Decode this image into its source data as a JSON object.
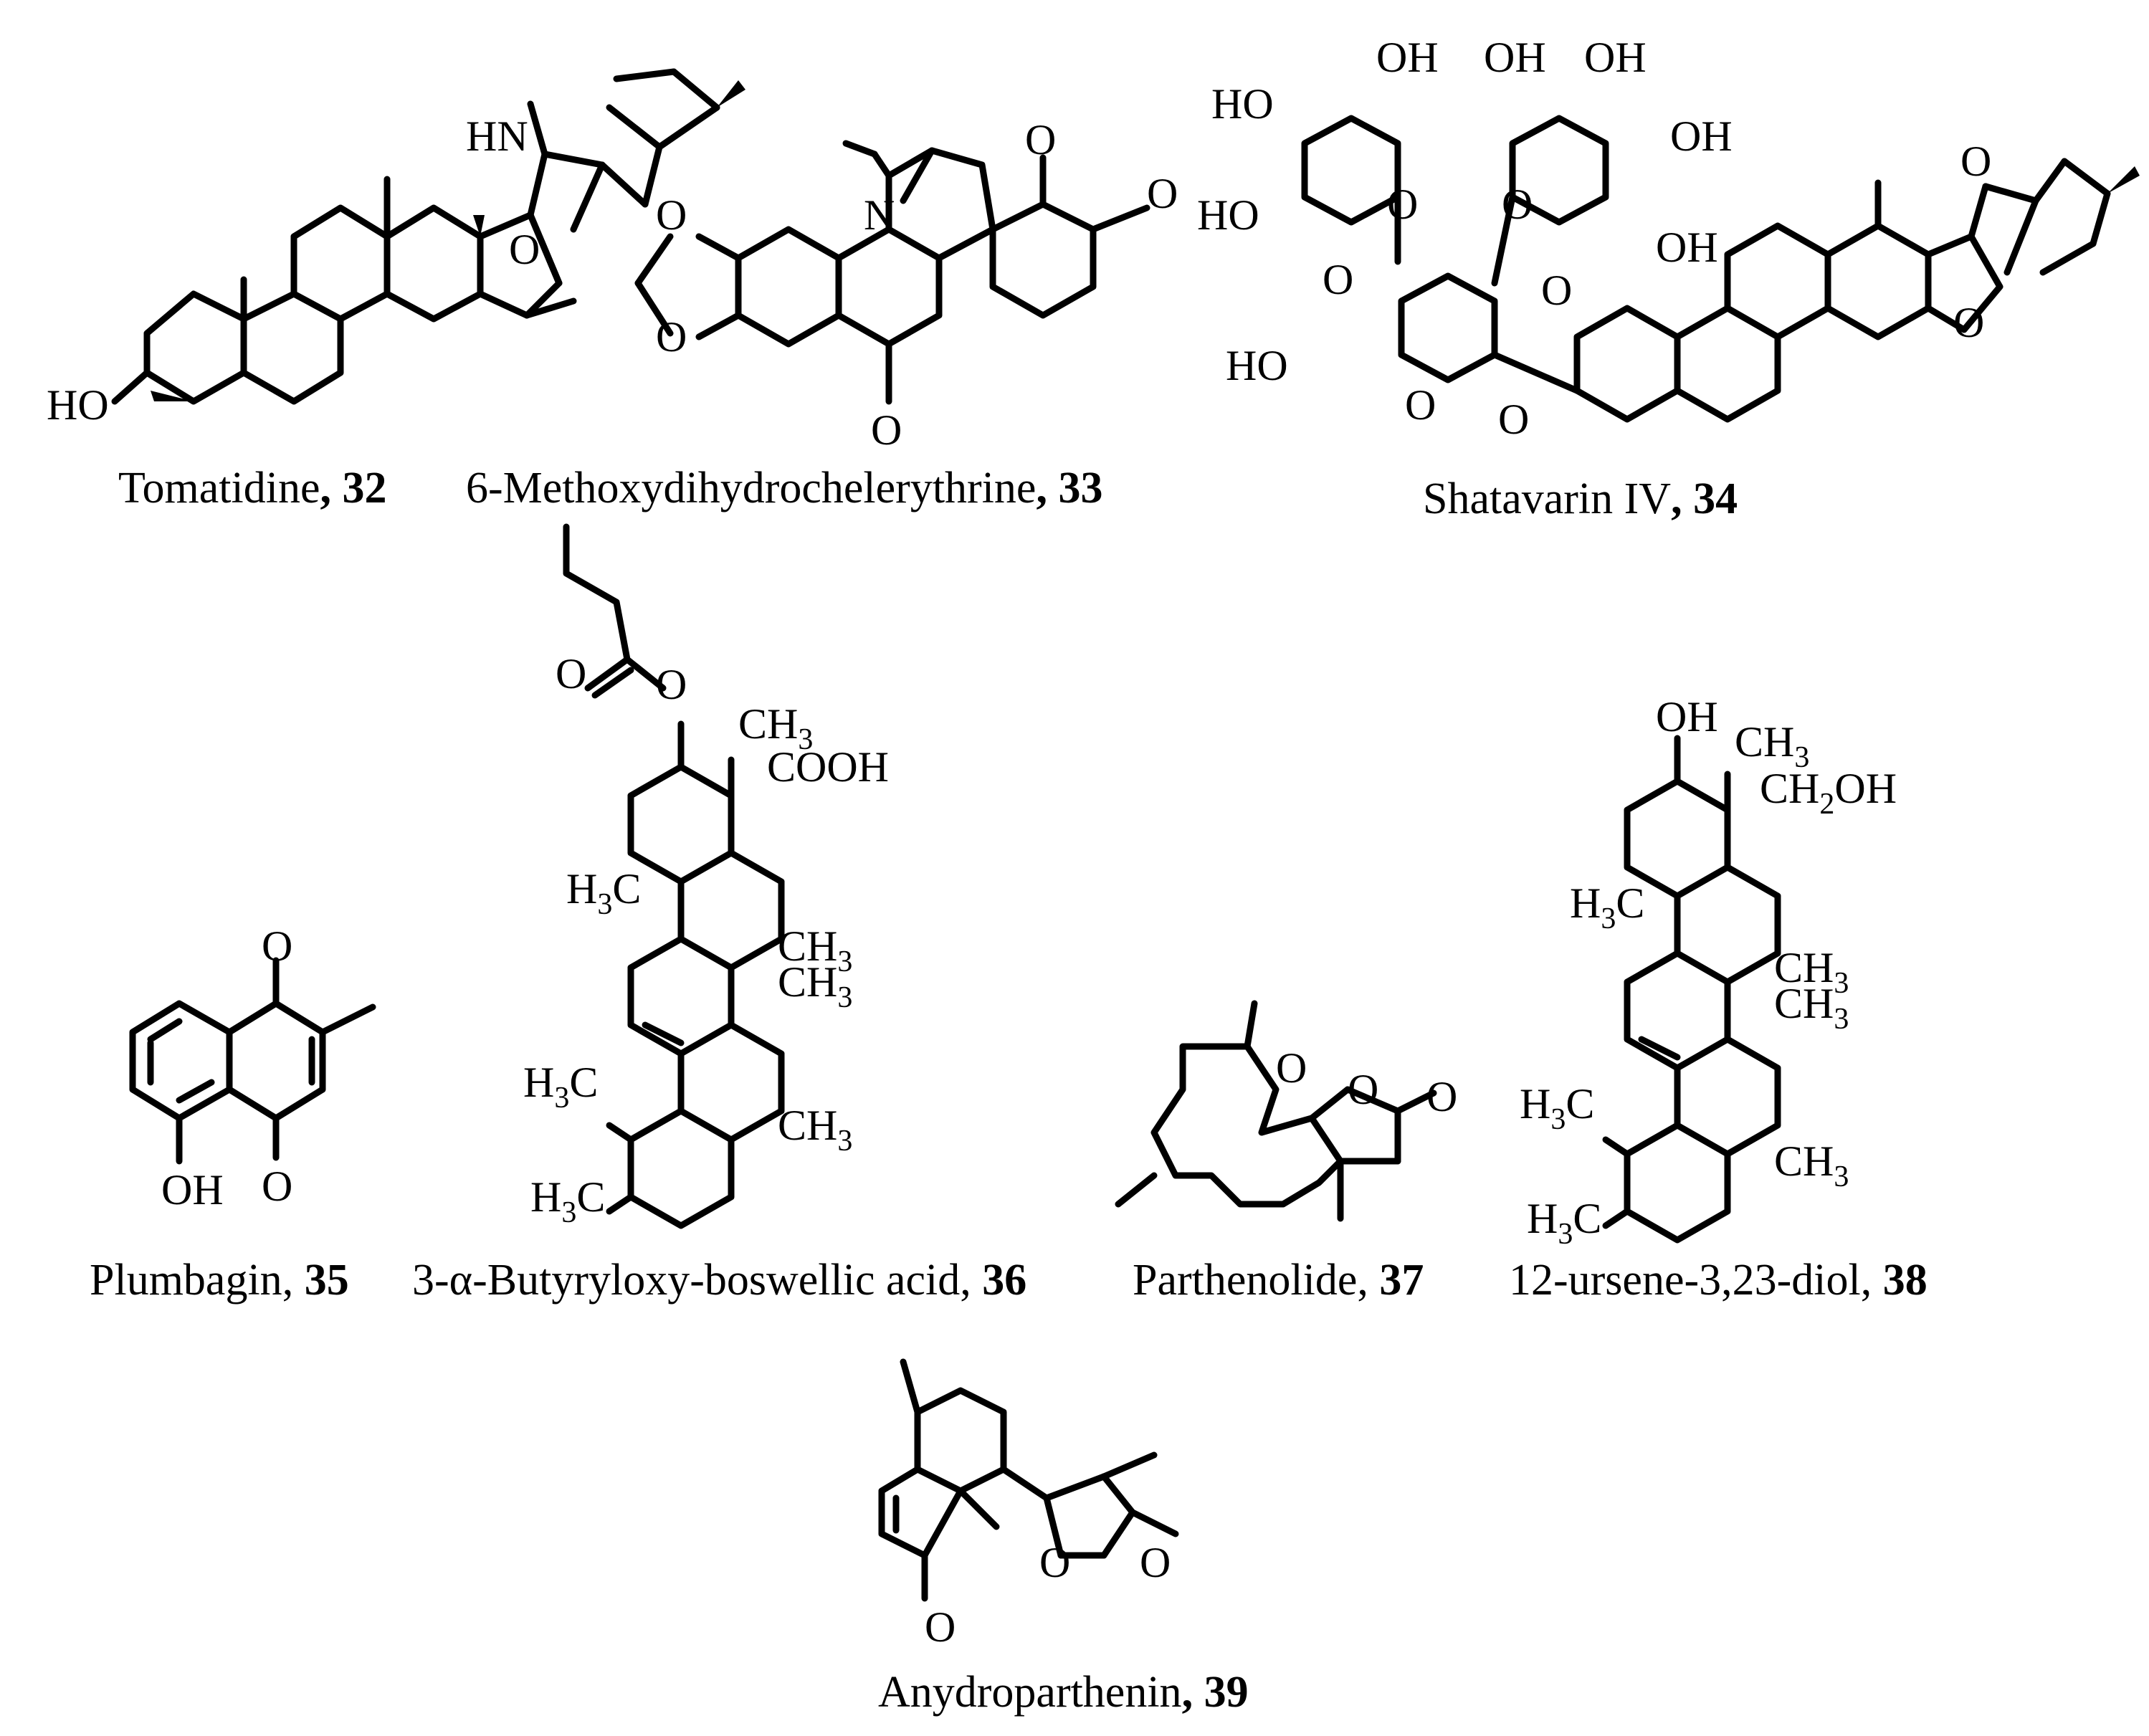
{
  "compounds": [
    {
      "id": "32",
      "name": "Tomatidine",
      "sep": ", ",
      "number": "32"
    },
    {
      "id": "33",
      "name": "6-Methoxydihydrochelerythrine",
      "sep": ", ",
      "number": "33"
    },
    {
      "id": "34",
      "name": "Shatavarin IV",
      "sep": ", ",
      "number": "34"
    },
    {
      "id": "35",
      "name": "Plumbagin",
      "sep": ", ",
      "number": "35"
    },
    {
      "id": "36",
      "name": "3-α-Butyryloxy-boswellic acid",
      "sep": ", ",
      "number": "36"
    },
    {
      "id": "37",
      "name": "Parthenolide",
      "sep": ", ",
      "number": "37"
    },
    {
      "id": "38",
      "name": "12-ursene-3,23-diol",
      "sep": ", ",
      "number": "38"
    },
    {
      "id": "39",
      "name": "Anydroparthenin",
      "sep": ", ",
      "number": "39"
    }
  ],
  "atom_labels": {
    "c32": {
      "hn": "HN",
      "o": "O",
      "ho": "HO"
    },
    "c33": {
      "n": "N",
      "o1": "O",
      "o2": "O",
      "o3": "O",
      "o4": "O",
      "o5": "O"
    },
    "c34": {
      "oh1": "OH",
      "oh2": "OH",
      "oh3": "OH",
      "oh4": "OH",
      "oh5": "OH",
      "ho1": "HO",
      "ho2": "HO",
      "ho3": "HO",
      "o_r1": "O",
      "o_r2": "O",
      "o_r3": "O",
      "o_link1": "O",
      "o_link2": "O",
      "o_link3": "O",
      "o_sp1": "O",
      "o_sp2": "O"
    },
    "c35": {
      "o1": "O",
      "o2": "O",
      "oh": "OH"
    },
    "c36": {
      "o_carbonyl": "O",
      "o_ester": "O",
      "ch3_top": "CH",
      "cooh": "COOH",
      "h3c_mid": "H",
      "c_mid": "C",
      "ch3_a": "CH",
      "ch3_b": "CH",
      "h3c_lo1": "H",
      "c_lo1": "C",
      "ch3_lo": "CH",
      "h3c_lo2": "H",
      "c_lo2": "C",
      "sub3": "3"
    },
    "c37": {
      "o_ep": "O",
      "o_ring": "O",
      "o_co": "O"
    },
    "c38": {
      "oh": "OH",
      "ch3_top": "CH",
      "ch2oh_a": "CH",
      "ch2oh_sub": "2",
      "ch2oh_b": "OH",
      "h3c_mid": "H",
      "c_mid": "C",
      "ch3_a": "CH",
      "ch3_b": "CH",
      "h3c_lo1": "H",
      "c_lo1": "C",
      "ch3_lo": "CH",
      "h3c_lo2": "H",
      "c_lo2": "C",
      "sub3": "3"
    },
    "c39": {
      "o_ring": "O",
      "o_co1": "O",
      "o_co2": "O"
    }
  }
}
